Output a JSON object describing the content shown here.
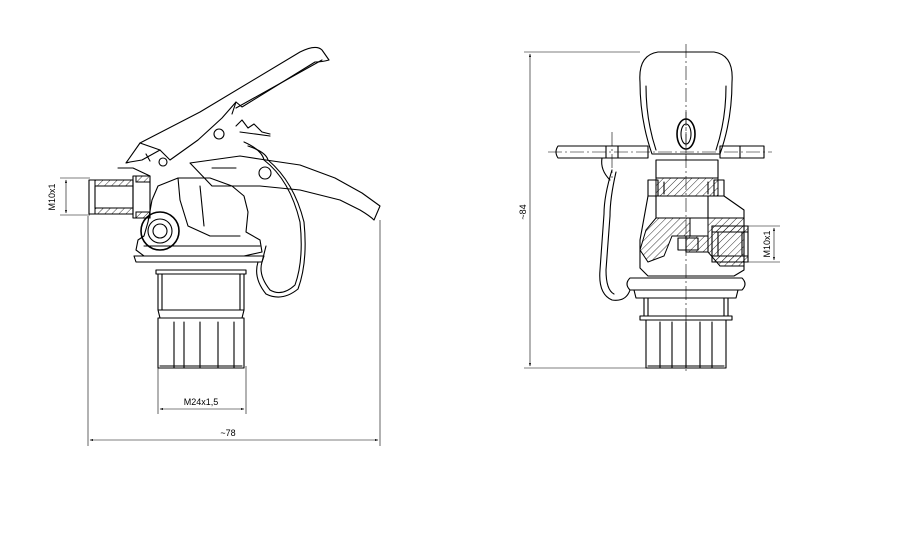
{
  "dimensions": {
    "left_thread": "M10x1",
    "bottom_thread": "M24x1,5",
    "overall_width": "~78",
    "overall_height": "~84",
    "right_thread": "M10x1"
  },
  "colors": {
    "line": "#000000",
    "background": "#ffffff"
  }
}
